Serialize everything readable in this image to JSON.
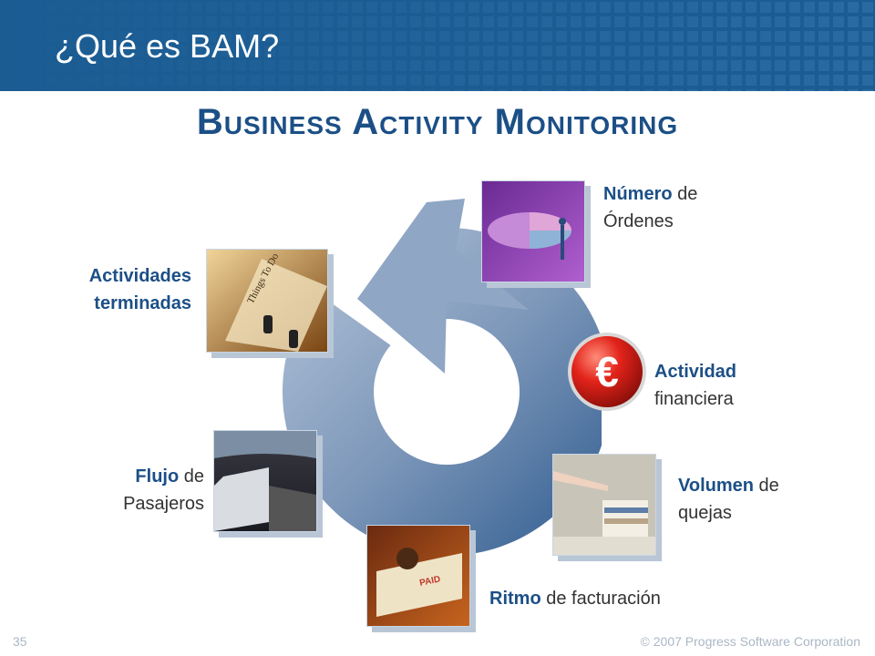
{
  "header": {
    "title": "¿Qué es BAM?"
  },
  "subtitle": "Business Activity Monitoring",
  "items": {
    "numero": {
      "keyword": "Número",
      "rest": " de",
      "line2": "Órdenes"
    },
    "actividades": {
      "keyword": "Actividades",
      "line2": "terminadas"
    },
    "financiera": {
      "keyword": "Actividad",
      "line2": "financiera"
    },
    "flujo": {
      "keyword": "Flujo",
      "rest": " de",
      "line2": "Pasajeros"
    },
    "volumen": {
      "keyword": "Volumen",
      "rest": " de",
      "line2": "quejas"
    },
    "ritmo": {
      "keyword": "Ritmo",
      "rest": " de facturación"
    }
  },
  "image_text": {
    "things_to_do": "Things To Do",
    "paid_stamp": "PAID"
  },
  "footer": {
    "page_number": "35",
    "copyright": "© 2007 Progress Software Corporation"
  },
  "colors": {
    "header_blue": "#1b5c93",
    "accent_blue": "#1c4f86",
    "euro_red": "#e2231a"
  }
}
